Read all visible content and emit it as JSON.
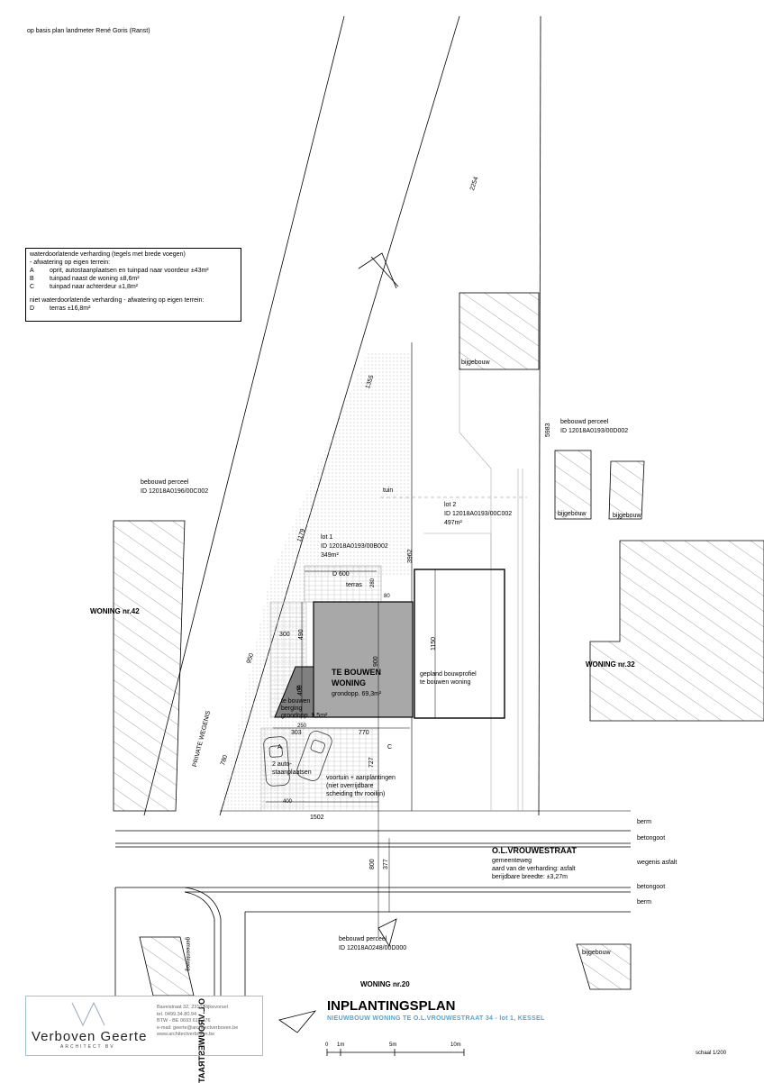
{
  "source_note": "op basis plan landmeter René Goris (Ranst)",
  "legend": {
    "heading": "waterdoorlatende verharding (tegels met brede voegen)",
    "sub": "- afwatering op eigen terrein:",
    "items": [
      {
        "key": "A",
        "text": "oprit, autostaanplaatsen en tuinpad naar voordeur ±43m²"
      },
      {
        "key": "B",
        "text": "tuinpad naast de woning ±8,6m²"
      },
      {
        "key": "C",
        "text": "tuinpad naar achterdeur ±1,8m²"
      }
    ],
    "heading2": "niet waterdoorlatende verharding - afwatering op eigen terrein:",
    "items2": [
      {
        "key": "D",
        "text": "terras ±16,8m²"
      }
    ]
  },
  "labels": {
    "bijgebouw_top": "bijgebouw",
    "bebouwd_right_1": "bebouwd perceel",
    "bebouwd_right_2": "ID 12018A0193/00D002",
    "bijgebouw_r1": "bijgebouw",
    "bijgebouw_r2": "bijgebouw",
    "bebouwd_left_1": "bebouwd perceel",
    "bebouwd_left_2": "ID 12018A0196/00C002",
    "tuin": "tuin",
    "lot2_1": "lot 2",
    "lot2_2": "ID 12018A0193/00C002",
    "lot2_3": "497m²",
    "lot1_1": "lot 1",
    "lot1_2": "ID 12018A0193/00B002",
    "lot1_3": "349m²",
    "terras": "terras",
    "woning42": "WONING nr.42",
    "woning32": "WONING nr.32",
    "te_bouwen_1": "TE BOUWEN",
    "te_bouwen_2": "WONING",
    "grondopp": "grondopp. 69,3m²",
    "gepland_1": "gepland bouwprofiel",
    "gepland_2": "te bouwen woning",
    "berging_1": "te bouwen",
    "berging_2": "berging",
    "berging_3": "grondopp. 9,5m²",
    "auto_1": "2 auto-",
    "auto_2": "staanplaatsen",
    "voortuin_1": "voortuin + aanplantingen",
    "voortuin_2": "(niet overrijdbare",
    "voortuin_3": "scheiding thv rooilijn)",
    "private_wegenis": "PRIVATE WEGENIS",
    "berm_top": "berm",
    "betongoot_top": "betongoot",
    "street": "O.L.VROUWESTRAAT",
    "gemeenteweg": "gemeenteweg",
    "verharding": "aard van de verharding: asfalt",
    "breedte": "berijdbare breedte: ±3,27m",
    "wegenis_asfalt": "wegenis asfalt",
    "betongoot_bot": "betongoot",
    "berm_bot": "berm",
    "street_vert": "O.L.VROUWESTRAAT",
    "gemeenteweg_vert": "gemeenteweg",
    "bebouwd_bot_1": "bebouwd perceel",
    "bebouwd_bot_2": "ID 12018A0248/00D000",
    "bijgebouw_bot": "bijgebouw",
    "woning20": "WONING nr.20",
    "area_A": "A",
    "area_B": "B",
    "area_C": "C",
    "area_D": "D"
  },
  "dimensions": {
    "d2254": "2254",
    "d1355": "1355",
    "d1179": "1179",
    "d950": "950",
    "d780": "780",
    "d5983": "5983",
    "d3962": "3962",
    "d600": "600",
    "d280": "280",
    "d80": "80",
    "d300": "300",
    "d490": "490",
    "d900": "900",
    "d1150": "1150",
    "d400a": "400",
    "d250": "250",
    "d303": "303",
    "d770": "770",
    "d727": "727",
    "d400b": "400",
    "d1502": "1502",
    "d800": "800",
    "d377": "377"
  },
  "title_block": {
    "name": "Verboven Geerte",
    "sub": "ARCHITECT BV",
    "address": [
      "Baveistraat 32, 2310 Rijkevorsel",
      "tel. 0499.34.80.94",
      "BTW - BE 0693 618 376",
      "e-mail: geerte@architectverboven.be",
      "www.architectverboven.be"
    ],
    "title": "INPLANTINGSPLAN",
    "subtitle": "NIEUWBOUW WONING TE O.L.VROUWESTRAAT 34 - lot 1, KESSEL",
    "scale_0": "0",
    "scale_1": "1m",
    "scale_5": "5m",
    "scale_10": "10m",
    "scale_label": "schaal 1/200"
  },
  "colors": {
    "house_fill": "#a8a8a8",
    "hatch": "#777777",
    "accent": "#4aa8d8"
  }
}
